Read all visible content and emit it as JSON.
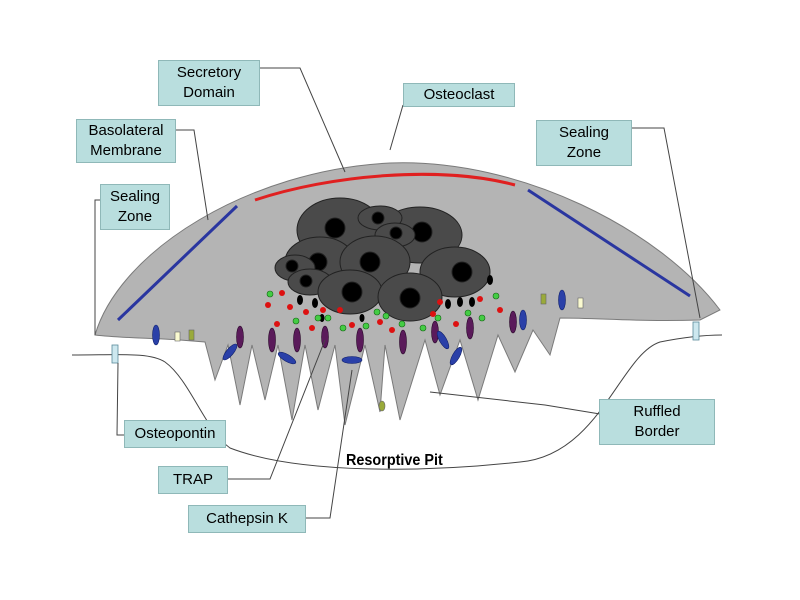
{
  "labels": {
    "secretory_domain": [
      "Secretory",
      "Domain"
    ],
    "osteoclast": "Osteoclast",
    "basolateral_membrane": [
      "Basolateral",
      "Membrane"
    ],
    "sealing_zone_right": [
      "Sealing",
      "Zone"
    ],
    "sealing_zone_left": [
      "Sealing",
      "Zone"
    ],
    "osteopontin": "Osteopontin",
    "ruffled_border": [
      "Ruffled",
      "Border"
    ],
    "trap": "TRAP",
    "cathepsin_k": "Cathepsin K",
    "resorptive_pit": "Resorptive Pit"
  },
  "colors": {
    "cell_body": "#b4b4b4",
    "cell_outline": "#7a7a7a",
    "nucleus": "#4a4a4a",
    "nucleolus": "#000000",
    "secretory_domain_line": "#e02020",
    "basolateral_line": "#2a36a0",
    "label_fill": "#b9dede",
    "trap_dot": "#22aa22",
    "red_dot": "#dd1111",
    "purple_oval": "#5a1a5a",
    "blue_oval": "#2a40a8",
    "olive_marker": "#9aaa3a"
  },
  "icons": {
    "nuclei": "nucleus-cluster-icon",
    "vesicles": "vesicle-dot-icon"
  }
}
